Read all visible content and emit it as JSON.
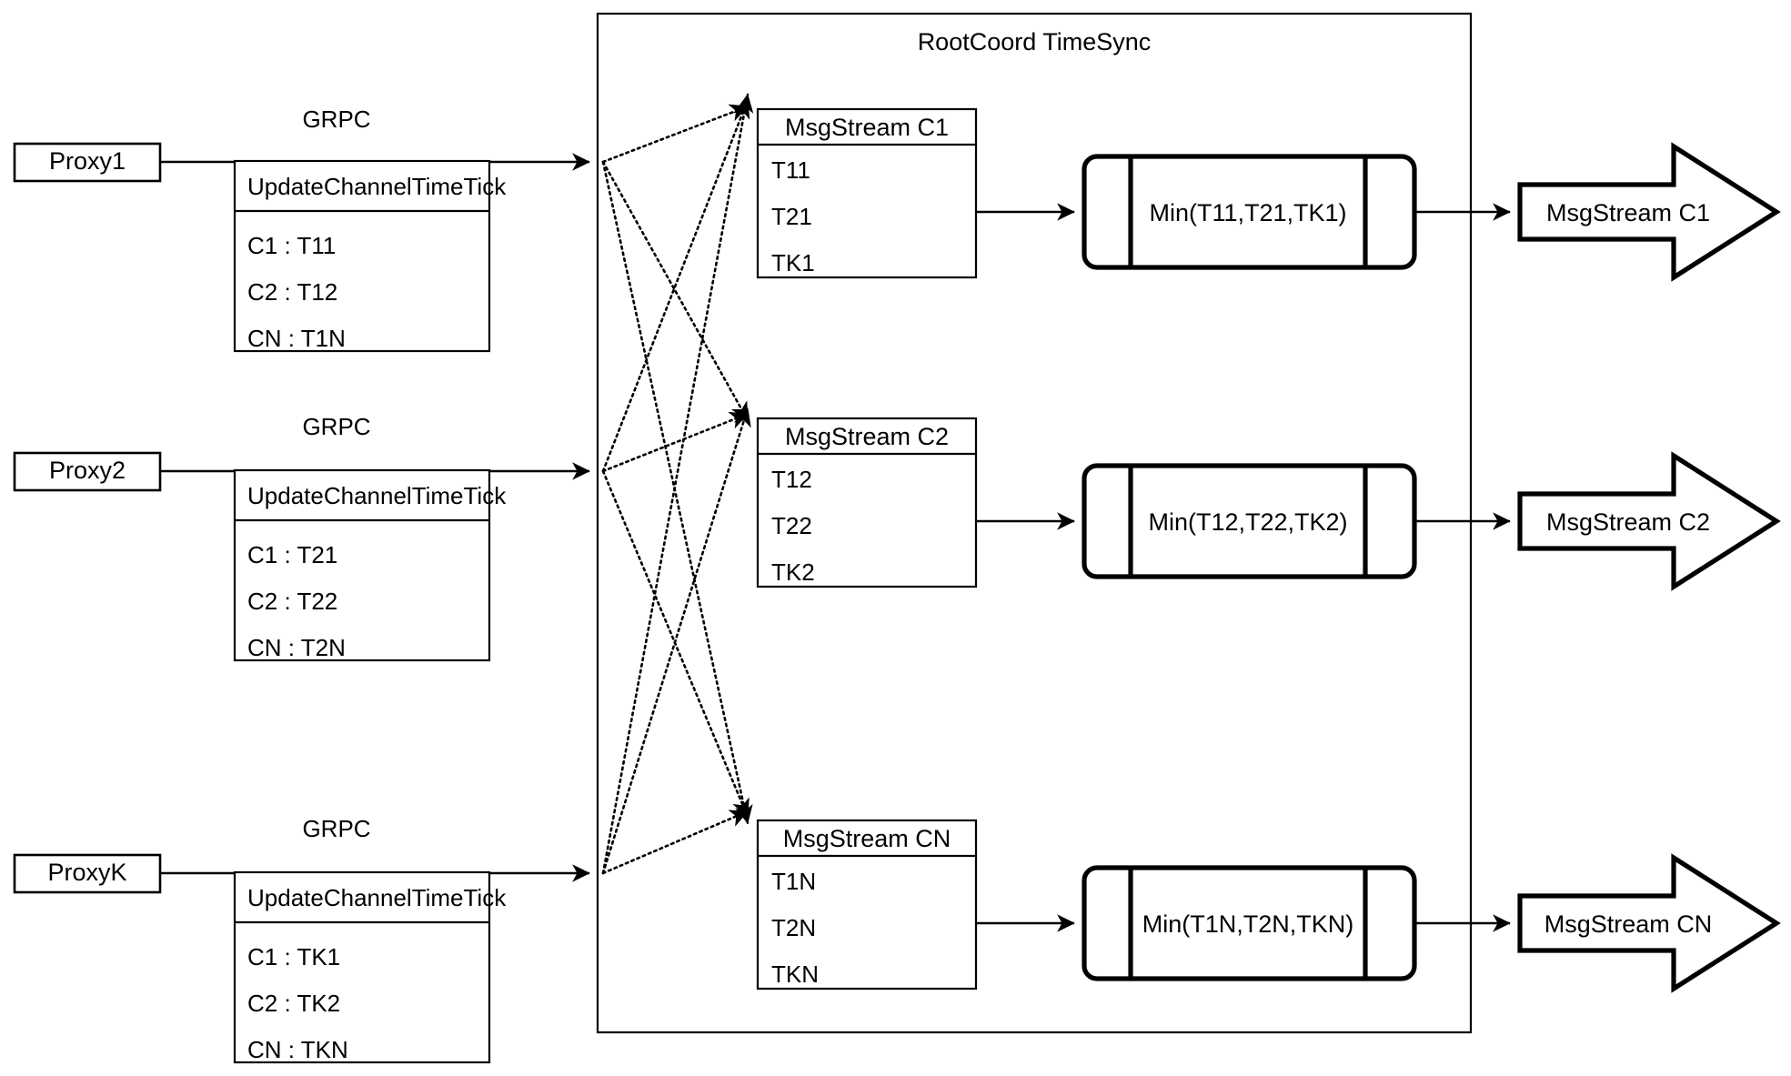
{
  "diagram": {
    "title": "RootCoord TimeSync",
    "container_label": "RootCoord TimeSync",
    "background_color": "#ffffff",
    "line_color": "#000000"
  },
  "proxies": [
    {
      "name": "Proxy1",
      "link_label": "GRPC",
      "rpc_title": "UpdateChannelTimeTick",
      "rows": [
        "C1 :  T11",
        "C2 :  T12",
        "CN : T1N"
      ]
    },
    {
      "name": "Proxy2",
      "link_label": "GRPC",
      "rpc_title": "UpdateChannelTimeTick",
      "rows": [
        "C1 :  T21",
        "C2 :  T22",
        "CN : T2N"
      ]
    },
    {
      "name": "ProxyK",
      "link_label": "GRPC",
      "rpc_title": "UpdateChannelTimeTick",
      "rows": [
        "C1 :  TK1",
        "C2 :  TK2",
        "CN : TKN"
      ]
    }
  ],
  "channels": [
    {
      "stream_title": "MsgStream C1",
      "ticks": [
        "T11",
        "T21",
        "TK1"
      ],
      "min_label": "Min(T11,T21,TK1)",
      "output_label": "MsgStream C1"
    },
    {
      "stream_title": "MsgStream C2",
      "ticks": [
        "T12",
        "T22",
        "TK2"
      ],
      "min_label": "Min(T12,T22,TK2)",
      "output_label": "MsgStream C2"
    },
    {
      "stream_title": "MsgStream CN",
      "ticks": [
        "T1N",
        "T2N",
        "TKN"
      ],
      "min_label": "Min(T1N,T2N,TKN)",
      "output_label": "MsgStream CN"
    }
  ]
}
